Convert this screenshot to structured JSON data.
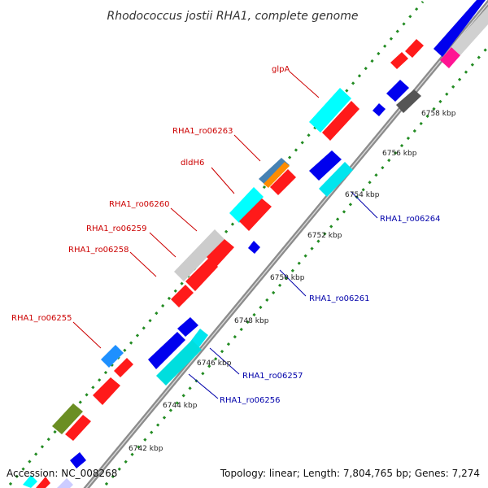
{
  "title": "Rhodococcus jostii RHA1, complete genome",
  "footer": {
    "accession": "Accession: NC_008268",
    "summary": "Topology: linear; Length: 7,804,765 bp; Genes: 7,274"
  },
  "colors": {
    "background": "#ffffff",
    "axis": "#8c8c8c",
    "ticks": "#228b22",
    "label_forward": "#cc0000",
    "label_reverse": "#0000aa"
  },
  "chart_data": {
    "type": "genome-map",
    "scale": {
      "unit": "kbp",
      "ticks": [
        {
          "label": "6742 kbp"
        },
        {
          "label": "6744 kbp"
        },
        {
          "label": "6746 kbp"
        },
        {
          "label": "6748 kbp"
        },
        {
          "label": "6750 kbp"
        },
        {
          "label": "6752 kbp"
        },
        {
          "label": "6754 kbp"
        },
        {
          "label": "6756 kbp"
        },
        {
          "label": "6758 kbp"
        }
      ]
    },
    "labels": [
      {
        "text": "glpA",
        "strand": "forward"
      },
      {
        "text": "RHA1_ro06263",
        "strand": "forward"
      },
      {
        "text": "dldH6",
        "strand": "forward"
      },
      {
        "text": "RHA1_ro06260",
        "strand": "forward"
      },
      {
        "text": "RHA1_ro06259",
        "strand": "forward"
      },
      {
        "text": "RHA1_ro06258",
        "strand": "forward"
      },
      {
        "text": "RHA1_ro06255",
        "strand": "forward"
      },
      {
        "text": "RHA1_ro06264",
        "strand": "reverse"
      },
      {
        "text": "RHA1_ro06261",
        "strand": "reverse"
      },
      {
        "text": "RHA1_ro06257",
        "strand": "reverse"
      },
      {
        "text": "RHA1_ro06256",
        "strand": "reverse"
      }
    ]
  }
}
